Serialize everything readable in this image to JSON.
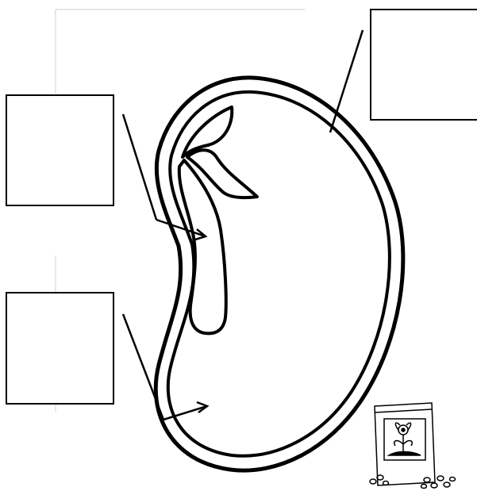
{
  "diagram": {
    "labels": [
      {
        "id": "seed-coat-label",
        "text": ""
      },
      {
        "id": "embryo-label",
        "text": ""
      },
      {
        "id": "cotyledon-label",
        "text": ""
      }
    ],
    "colors": {
      "line": "#000000",
      "background": "#ffffff"
    },
    "icons": {
      "seed_packet": "seed-packet-icon"
    }
  }
}
